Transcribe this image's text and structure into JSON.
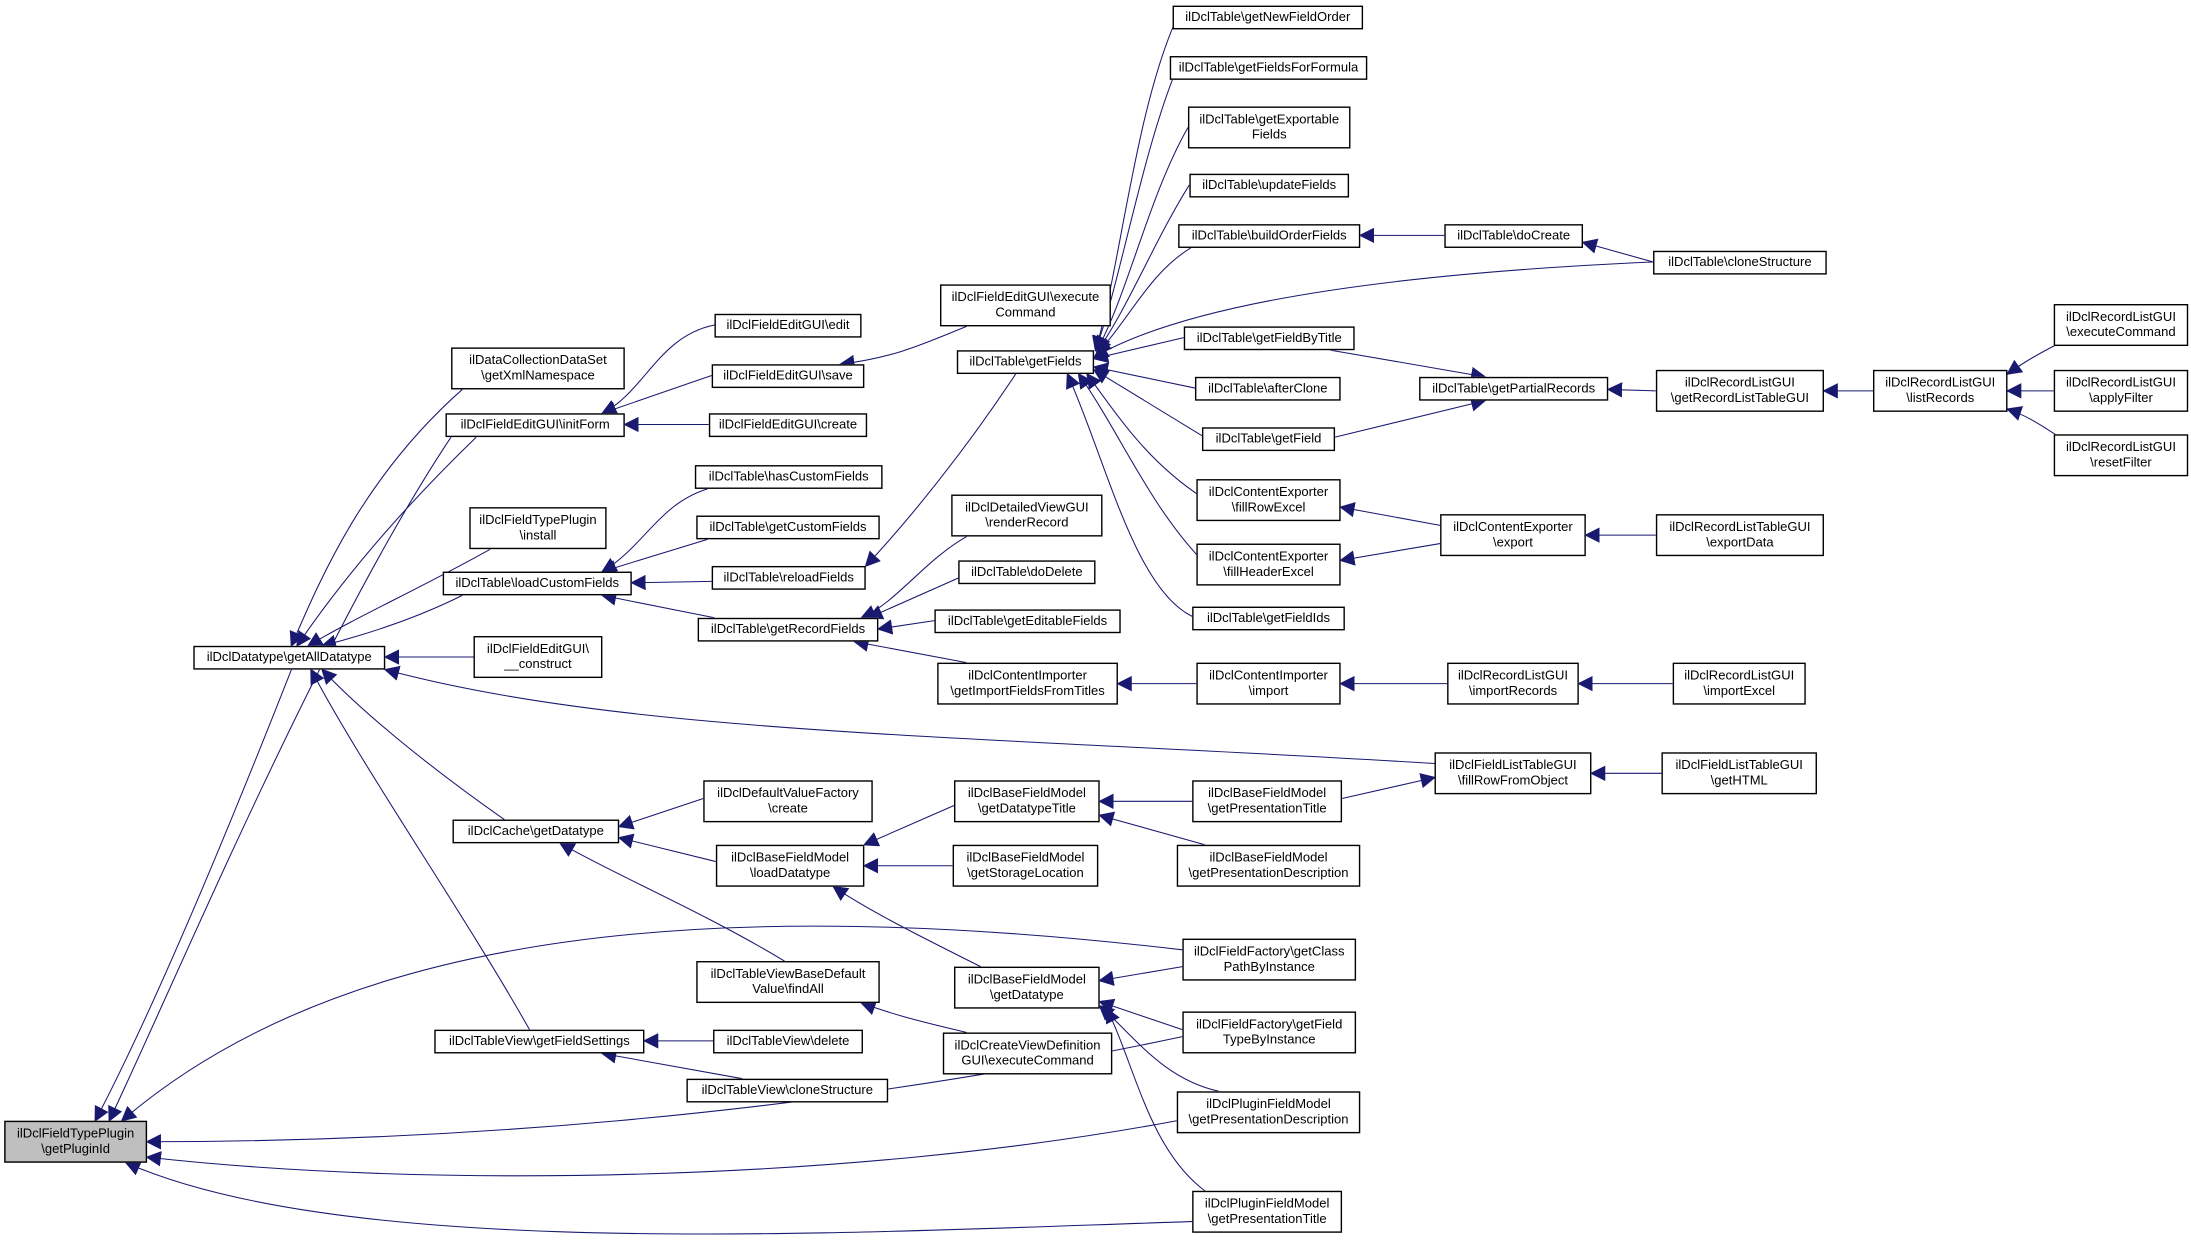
{
  "colors": {
    "edge": "#191970",
    "node_border": "#000000",
    "node_fill": "#ffffff",
    "focus_fill": "#bfbfbf"
  },
  "nodes": {
    "n_getPluginId": [
      "ilDclFieldTypePlugin",
      "\\getPluginId"
    ],
    "n_getAllDatatype": [
      "ilDclDatatype\\getAllDatatype"
    ],
    "n_getXmlNamespace": [
      "ilDataCollectionDataSet",
      "\\getXmlNamespace"
    ],
    "n_initForm": [
      "ilDclFieldEditGUI\\initForm"
    ],
    "n_install": [
      "ilDclFieldTypePlugin",
      "\\install"
    ],
    "n_loadCustomFields": [
      "ilDclTable\\loadCustomFields"
    ],
    "n_construct": [
      "ilDclFieldEditGUI\\",
      "__construct"
    ],
    "n_cacheGetDatatype": [
      "ilDclCache\\getDatatype"
    ],
    "n_getFieldSettings": [
      "ilDclTableView\\getFieldSettings"
    ],
    "n_edit": [
      "ilDclFieldEditGUI\\edit"
    ],
    "n_save": [
      "ilDclFieldEditGUI\\save"
    ],
    "n_create": [
      "ilDclFieldEditGUI\\create"
    ],
    "n_hasCustomFields": [
      "ilDclTable\\hasCustomFields"
    ],
    "n_getCustomFields": [
      "ilDclTable\\getCustomFields"
    ],
    "n_reloadFields": [
      "ilDclTable\\reloadFields"
    ],
    "n_getRecordFields": [
      "ilDclTable\\getRecordFields"
    ],
    "n_defaultValueCreate": [
      "ilDclDefaultValueFactory",
      "\\create"
    ],
    "n_loadDatatype": [
      "ilDclBaseFieldModel",
      "\\loadDatatype"
    ],
    "n_findAll": [
      "ilDclTableViewBaseDefault",
      "Value\\findAll"
    ],
    "n_tableViewDelete": [
      "ilDclTableView\\delete"
    ],
    "n_tableViewClone": [
      "ilDclTableView\\cloneStructure"
    ],
    "n_executeCommand": [
      "ilDclFieldEditGUI\\execute",
      "Command"
    ],
    "n_getFields": [
      "ilDclTable\\getFields"
    ],
    "n_renderRecord": [
      "ilDclDetailedViewGUI",
      "\\renderRecord"
    ],
    "n_doDelete": [
      "ilDclTable\\doDelete"
    ],
    "n_getEditableFields": [
      "ilDclTable\\getEditableFields"
    ],
    "n_getImportFieldsFromTitles": [
      "ilDclContentImporter",
      "\\getImportFieldsFromTitles"
    ],
    "n_getDatatypeTitle": [
      "ilDclBaseFieldModel",
      "\\getDatatypeTitle"
    ],
    "n_getStorageLocation": [
      "ilDclBaseFieldModel",
      "\\getStorageLocation"
    ],
    "n_baseGetDatatype": [
      "ilDclBaseFieldModel",
      "\\getDatatype"
    ],
    "n_createViewExecute": [
      "ilDclCreateViewDefinition",
      "GUI\\executeCommand"
    ],
    "n_getNewFieldOrder": [
      "ilDclTable\\getNewFieldOrder"
    ],
    "n_getFieldsForFormula": [
      "ilDclTable\\getFieldsForFormula"
    ],
    "n_getExportableFields": [
      "ilDclTable\\getExportable",
      "Fields"
    ],
    "n_updateFields": [
      "ilDclTable\\updateFields"
    ],
    "n_buildOrderFields": [
      "ilDclTable\\buildOrderFields"
    ],
    "n_getFieldByTitle": [
      "ilDclTable\\getFieldByTitle"
    ],
    "n_afterClone": [
      "ilDclTable\\afterClone"
    ],
    "n_getField": [
      "ilDclTable\\getField"
    ],
    "n_fillRowExcel": [
      "ilDclContentExporter",
      "\\fillRowExcel"
    ],
    "n_fillHeaderExcel": [
      "ilDclContentExporter",
      "\\fillHeaderExcel"
    ],
    "n_getFieldIds": [
      "ilDclTable\\getFieldIds"
    ],
    "n_importerImport": [
      "ilDclContentImporter",
      "\\import"
    ],
    "n_basePresentationTitle": [
      "ilDclBaseFieldModel",
      "\\getPresentationTitle"
    ],
    "n_basePresentationDescription": [
      "ilDclBaseFieldModel",
      "\\getPresentationDescription"
    ],
    "n_getClassPathByInstance": [
      "ilDclFieldFactory\\getClass",
      "PathByInstance"
    ],
    "n_getFieldTypeByInstance": [
      "ilDclFieldFactory\\getField",
      "TypeByInstance"
    ],
    "n_pluginPresentationDescription": [
      "ilDclPluginFieldModel",
      "\\getPresentationDescription"
    ],
    "n_pluginPresentationTitle": [
      "ilDclPluginFieldModel",
      "\\getPresentationTitle"
    ],
    "n_doCreate": [
      "ilDclTable\\doCreate"
    ],
    "n_getPartialRecords": [
      "ilDclTable\\getPartialRecords"
    ],
    "n_exporterExport": [
      "ilDclContentExporter",
      "\\export"
    ],
    "n_importRecords": [
      "ilDclRecordListGUI",
      "\\importRecords"
    ],
    "n_fillRowFromObject": [
      "ilDclFieldListTableGUI",
      "\\fillRowFromObject"
    ],
    "n_cloneStructure": [
      "ilDclTable\\cloneStructure"
    ],
    "n_getRecordListTableGUI": [
      "ilDclRecordListGUI",
      "\\getRecordListTableGUI"
    ],
    "n_exportData": [
      "ilDclRecordListTableGUI",
      "\\exportData"
    ],
    "n_importExcel": [
      "ilDclRecordListGUI",
      "\\importExcel"
    ],
    "n_getHTML": [
      "ilDclFieldListTableGUI",
      "\\getHTML"
    ],
    "n_listRecords": [
      "ilDclRecordListGUI",
      "\\listRecords"
    ],
    "n_recordListExecute": [
      "ilDclRecordListGUI",
      "\\executeCommand"
    ],
    "n_applyFilter": [
      "ilDclRecordListGUI",
      "\\applyFilter"
    ],
    "n_resetFilter": [
      "ilDclRecordListGUI",
      "\\resetFilter"
    ]
  }
}
